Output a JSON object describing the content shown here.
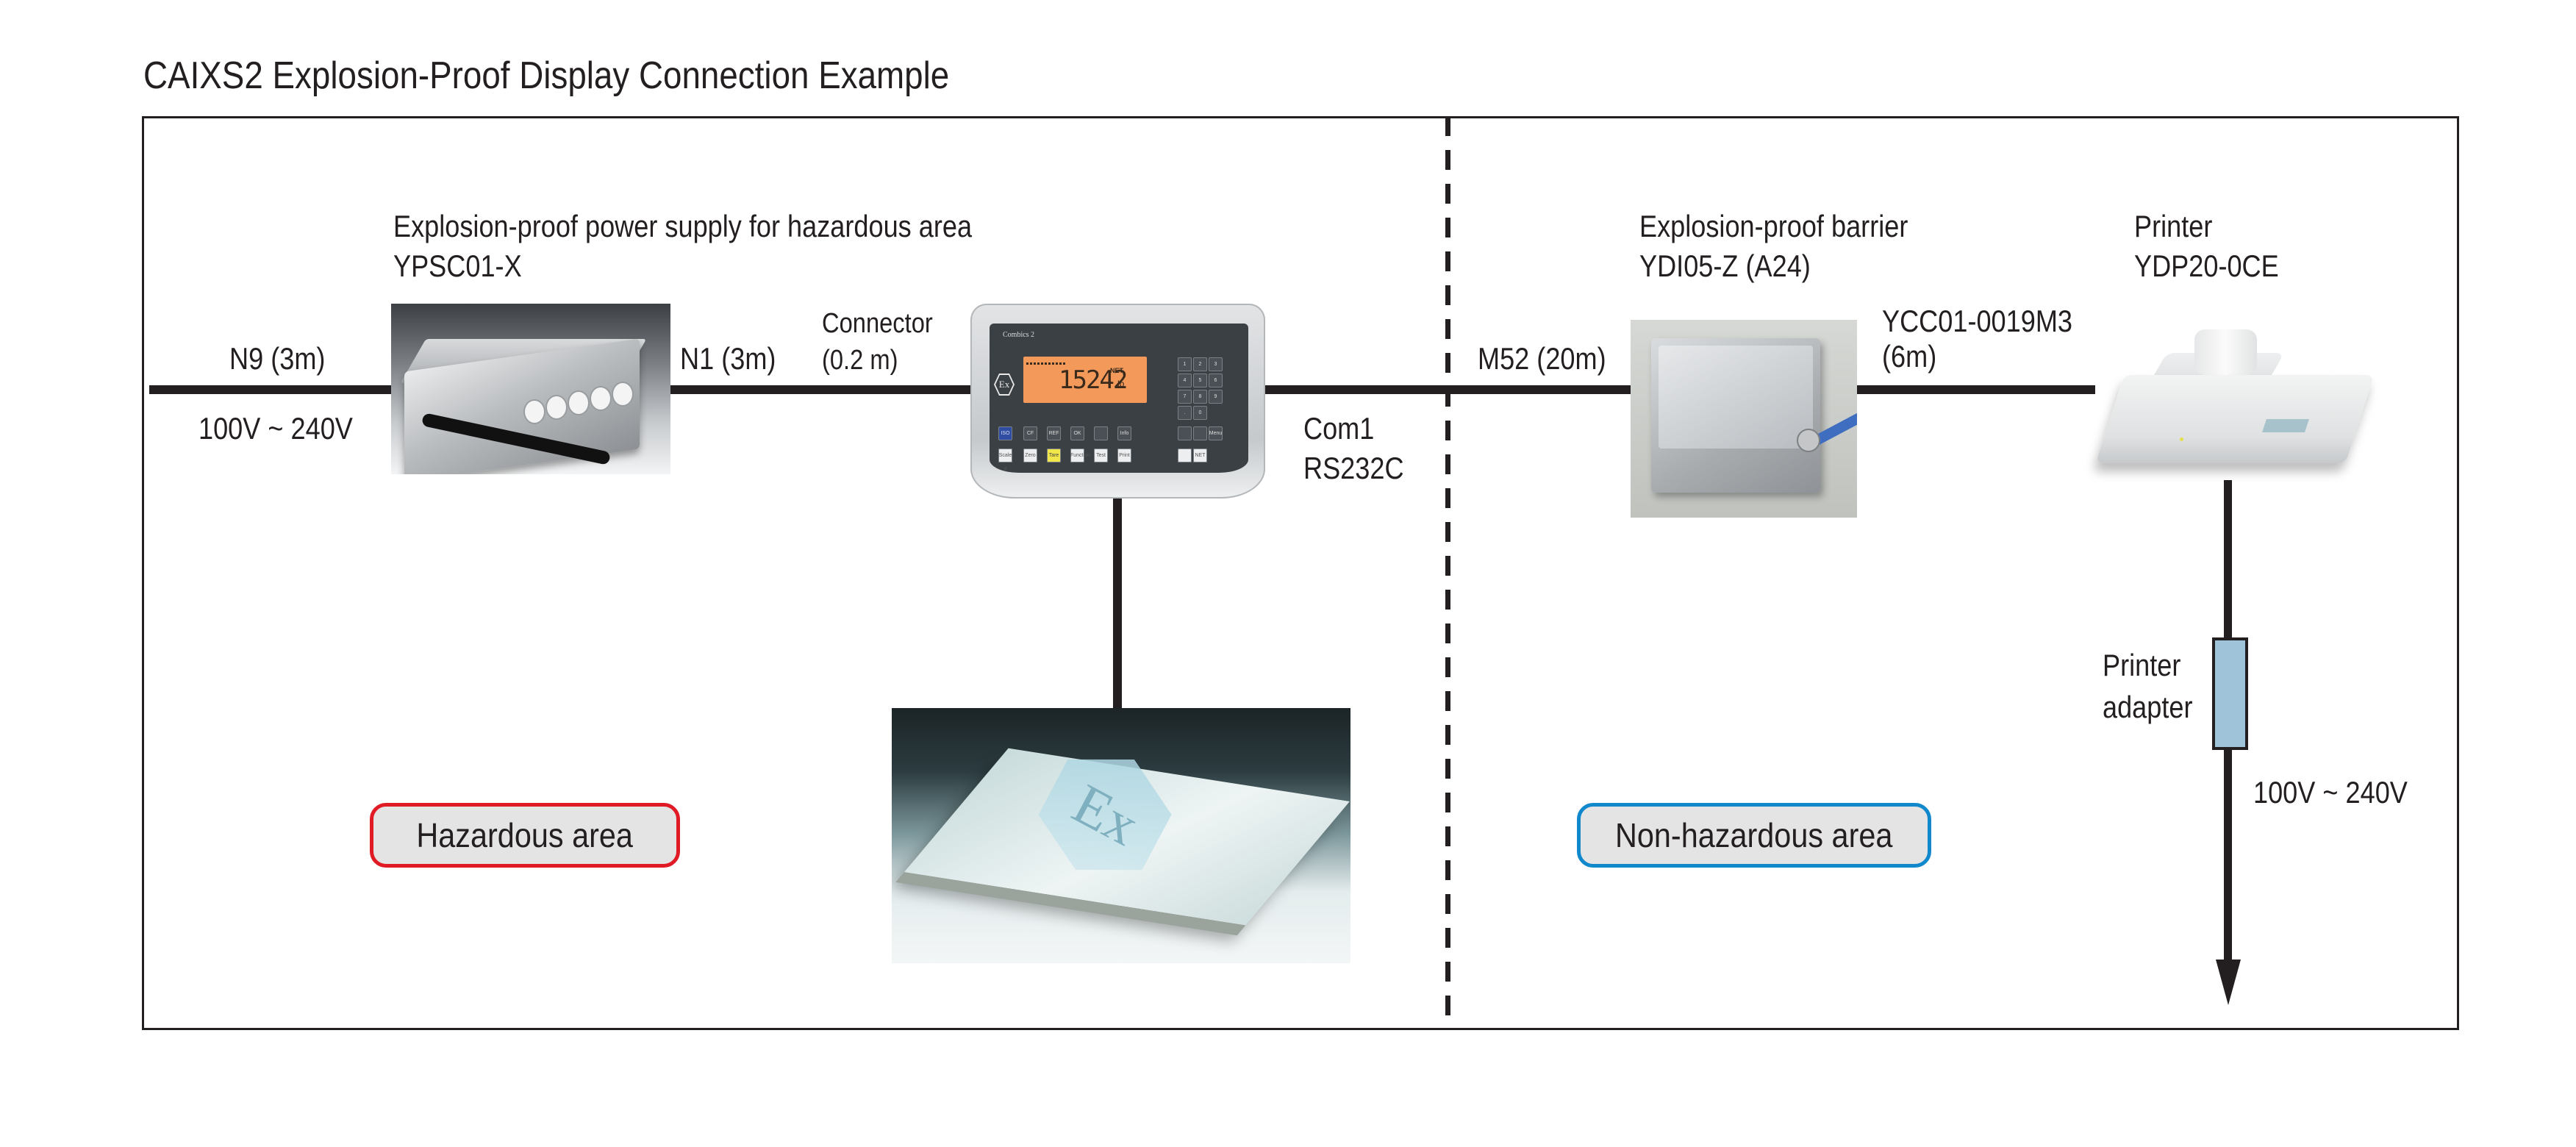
{
  "title": "CAIXS2 Explosion-Proof Display Connection Example",
  "zones": {
    "hazardous": {
      "label": "Hazardous area",
      "border_color": "#e01b25"
    },
    "non_hazardous": {
      "label": "Non-hazardous area",
      "border_color": "#1188cc"
    }
  },
  "devices": {
    "power_supply": {
      "name": "Explosion-proof power supply for hazardous area",
      "model": "YPSC01-X"
    },
    "indicator": {
      "brand": "Combics 2",
      "reading": "15242",
      "mode": "NET",
      "unit": "lb",
      "numpad": [
        "1",
        "2",
        "3",
        "4",
        "5",
        "6",
        "7",
        "8",
        "9",
        ".",
        "0"
      ],
      "function_keys": [
        "ISO",
        "CF",
        "REF",
        "OK",
        "",
        "Info",
        "",
        "",
        "Menu"
      ],
      "bottom_keys": [
        "Scale #",
        "Zero",
        "Tare",
        "Function",
        "Test",
        "Print",
        "",
        "NET"
      ]
    },
    "platform": {
      "badge": "Ex"
    },
    "barrier": {
      "name": "Explosion-proof barrier",
      "model": "YDI05-Z (A24)"
    },
    "printer": {
      "name": "Printer",
      "model": "YDP20-0CE"
    },
    "printer_adapter": {
      "line1": "Printer",
      "line2": "adapter",
      "color": "#9fc3d8"
    }
  },
  "cables": {
    "n9": "N9 (3m)",
    "mains_left": "100V ~ 240V",
    "n1": "N1 (3m)",
    "connector_line1": "Connector",
    "connector_line2": "(0.2 m)",
    "com_line1": "Com1",
    "com_line2": "RS232C",
    "m52": "M52 (20m)",
    "ycc_line1": "YCC01-0019M3",
    "ycc_line2": "(6m)",
    "mains_right": "100V ~ 240V"
  }
}
